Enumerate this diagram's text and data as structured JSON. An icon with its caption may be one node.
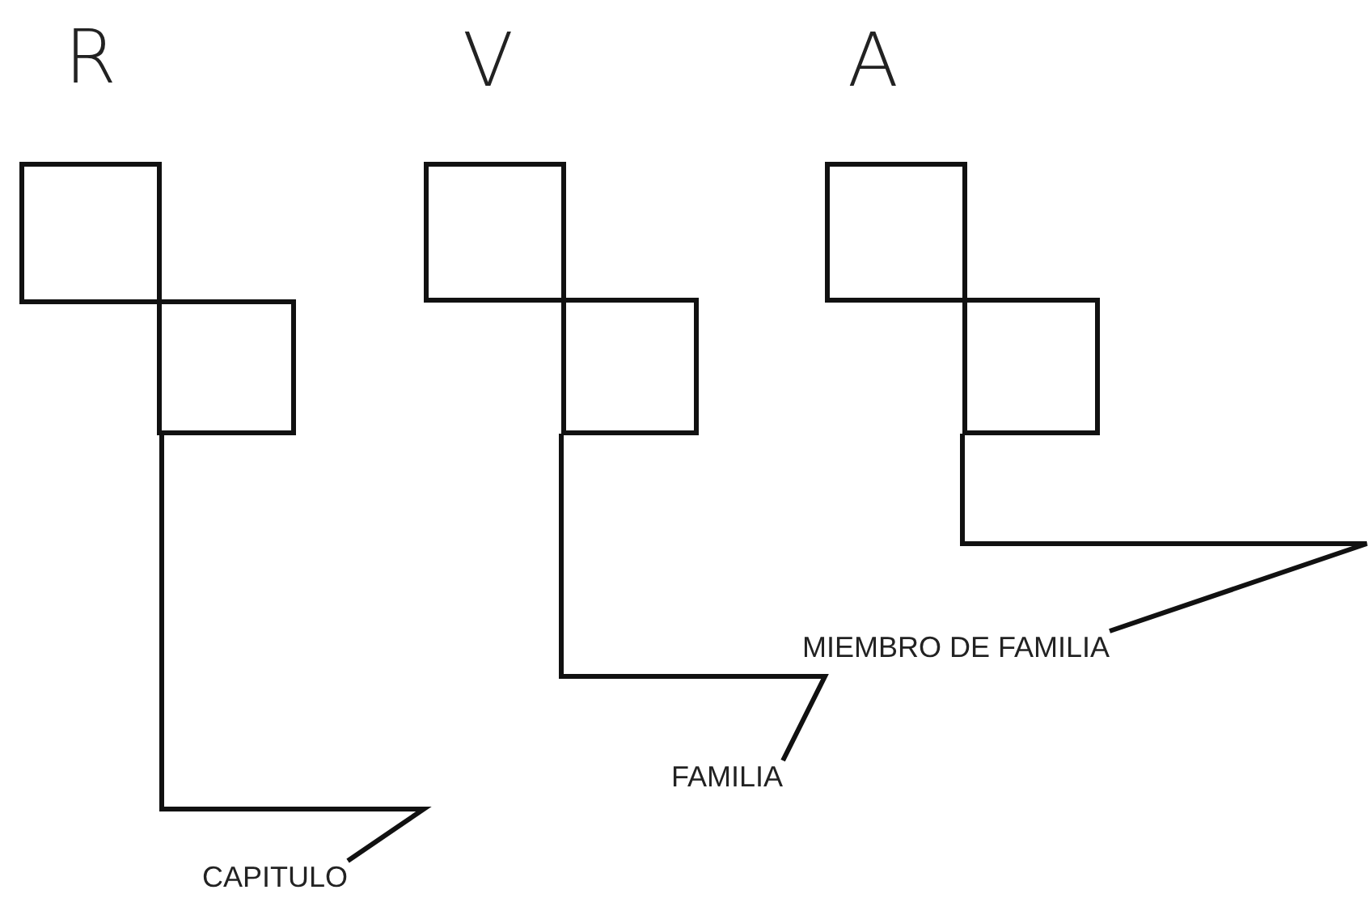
{
  "diagram": {
    "nodes": [
      {
        "text": [],
        "shape": "box"
      },
      {
        "text": [],
        "shape": "box"
      },
      {
        "text": [],
        "shape": "box"
      },
      {
        "text": [],
        "shape": "box"
      },
      {
        "text": [],
        "shape": "box"
      },
      {
        "text": [],
        "shape": "box"
      },
      {
        "text": [
          "MIEMBRO DE FAMILIA"
        ]
      },
      {
        "text": [
          "FAMILIA"
        ]
      },
      {
        "text": [
          "CAPITULO"
        ]
      }
    ],
    "edges": [
      {
        "from": 8,
        "to": 1,
        "arrow": "none"
      },
      {
        "from": 7,
        "to": 3,
        "arrow": "none"
      },
      {
        "from": 6,
        "to": 5,
        "arrow": "none"
      }
    ],
    "labels": [
      "R",
      "V",
      "A"
    ]
  }
}
